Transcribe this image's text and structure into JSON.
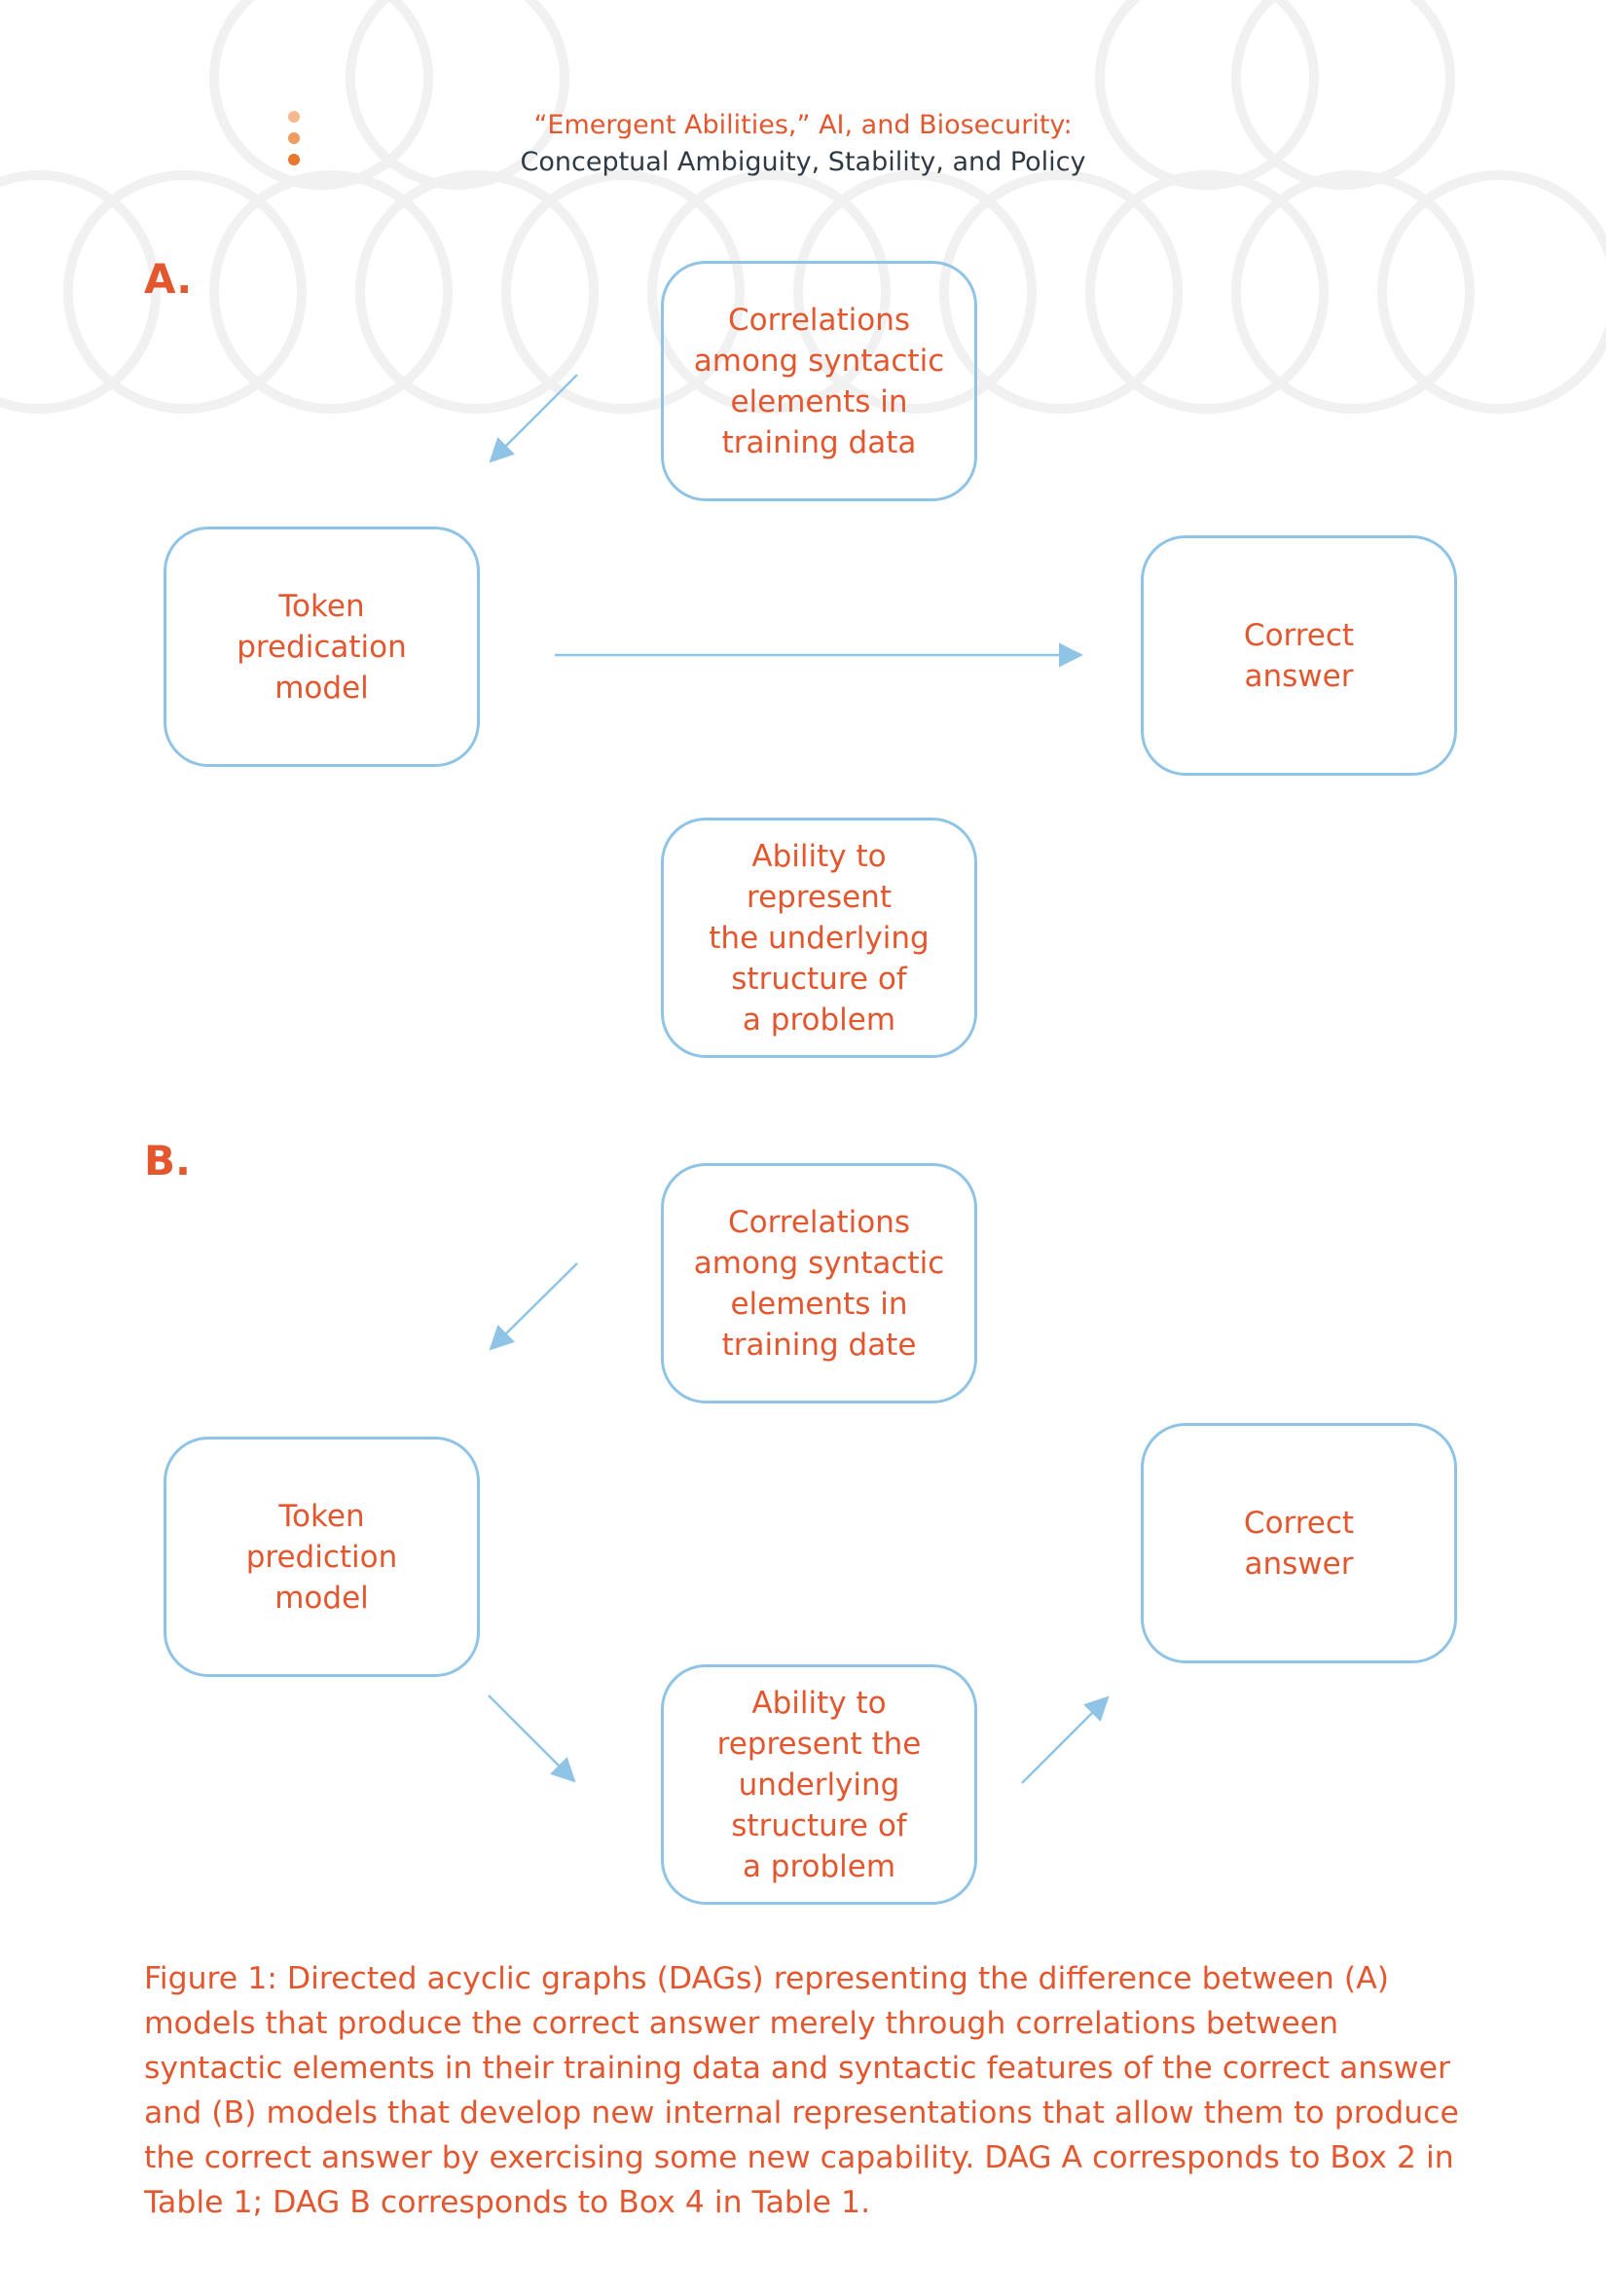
{
  "header": {
    "line1": "“Emergent Abilities,” AI, and Biosecurity:",
    "line2": "Conceptual Ambiguity, Stability, and Policy"
  },
  "colors": {
    "accent": "#e4572e",
    "node_border": "#90c4e6",
    "arrow": "#90c4e6",
    "header_text": "#2f3a45",
    "dots": [
      "#f6b98e",
      "#ef9a5f",
      "#e8762f"
    ]
  },
  "diagram_a": {
    "label": "A.",
    "correlations": "Correlations\namong syntactic\nelements in\ntraining data",
    "model": "Token\npredication\nmodel",
    "answer": "Correct\nanswer",
    "ability": "Ability to\nrepresent\nthe underlying\nstructure of\na problem"
  },
  "diagram_b": {
    "label": "B.",
    "correlations": "Correlations\namong syntactic\nelements in\ntraining date",
    "model": "Token\nprediction\nmodel",
    "answer": "Correct\nanswer",
    "ability": "Ability to\nrepresent the\nunderlying\nstructure of\na problem"
  },
  "caption": "Figure 1: Directed acyclic graphs (DAGs) representing the difference between (A) models that produce the correct answer merely through correlations between syntactic elements in their training data and syntactic features of the correct answer and (B) models that develop new internal representations that allow them to produce the correct answer by exercising some new capability. DAG A corresponds to Box 2 in Table 1; DAG B corresponds to Box 4 in Table 1."
}
